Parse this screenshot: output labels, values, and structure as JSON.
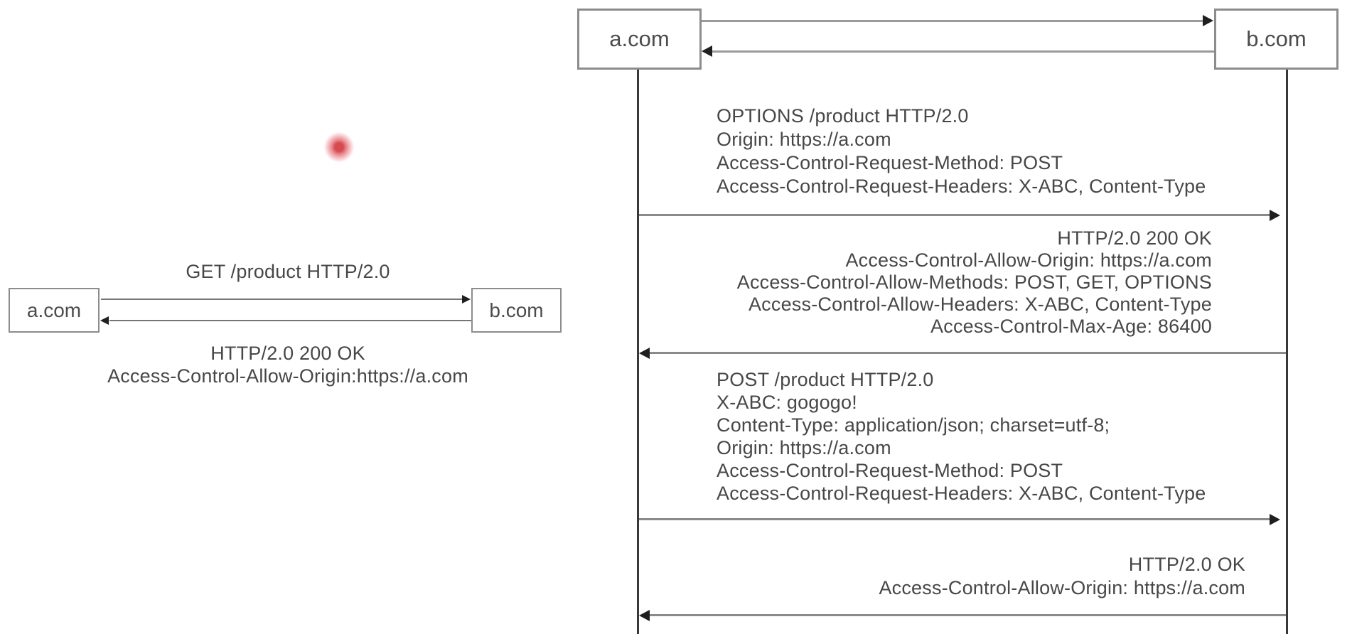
{
  "left_diagram": {
    "client_label": "a.com",
    "server_label": "b.com",
    "request_label": "GET /product HTTP/2.0",
    "response_lines": [
      "HTTP/2.0 200 OK",
      "Access-Control-Allow-Origin:https://a.com"
    ]
  },
  "right_diagram": {
    "client_label": "a.com",
    "server_label": "b.com",
    "messages": [
      {
        "name": "preflight-request",
        "direction": "right",
        "lines": [
          "OPTIONS /product HTTP/2.0",
          "Origin: https://a.com",
          "Access-Control-Request-Method: POST",
          "Access-Control-Request-Headers: X-ABC, Content-Type"
        ]
      },
      {
        "name": "preflight-response",
        "direction": "left",
        "lines": [
          "HTTP/2.0 200 OK",
          "Access-Control-Allow-Origin: https://a.com",
          "Access-Control-Allow-Methods: POST, GET, OPTIONS",
          "Access-Control-Allow-Headers: X-ABC, Content-Type",
          "Access-Control-Max-Age: 86400"
        ]
      },
      {
        "name": "main-request",
        "direction": "right",
        "lines": [
          "POST /product HTTP/2.0",
          "X-ABC: gogogo!",
          "Content-Type: application/json; charset=utf-8;",
          "Origin: https://a.com",
          "Access-Control-Request-Method: POST",
          "Access-Control-Request-Headers: X-ABC, Content-Type"
        ]
      },
      {
        "name": "main-response",
        "direction": "left",
        "lines": [
          "HTTP/2.0 OK",
          "Access-Control-Allow-Origin: https://a.com"
        ]
      }
    ]
  },
  "colors": {
    "background": "#ffffff",
    "box_border": "#8c8c8c",
    "arrow_line": "#8a8a8a",
    "arrowhead": "#1f1f1f",
    "lifeline": "#383838",
    "text": "#474747",
    "laser_dot": "#d64a51"
  }
}
